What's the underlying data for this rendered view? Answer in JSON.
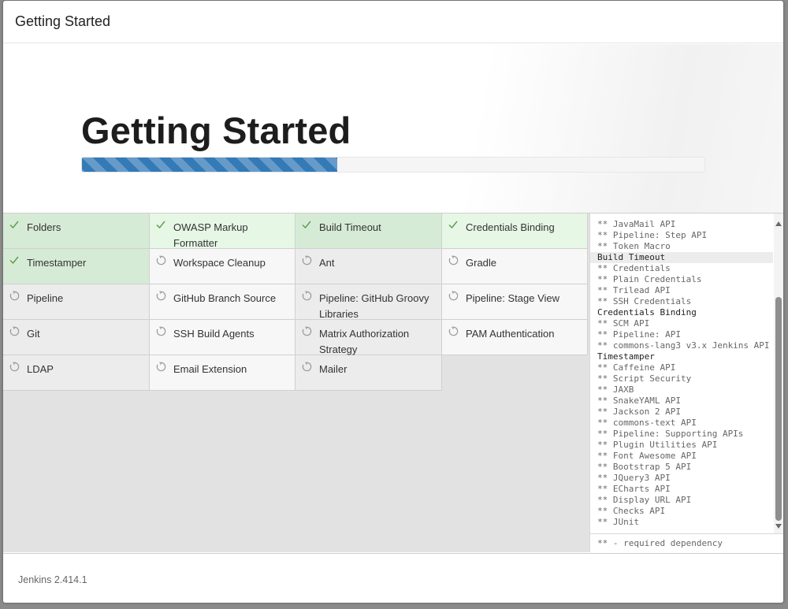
{
  "header": {
    "title": "Getting Started"
  },
  "hero": {
    "title": "Getting Started",
    "progress_percent": 41
  },
  "plugins": [
    {
      "name": "Folders",
      "status": "success"
    },
    {
      "name": "OWASP Markup Formatter",
      "status": "success"
    },
    {
      "name": "Build Timeout",
      "status": "success"
    },
    {
      "name": "Credentials Binding",
      "status": "success"
    },
    {
      "name": "Timestamper",
      "status": "success"
    },
    {
      "name": "Workspace Cleanup",
      "status": "pending"
    },
    {
      "name": "Ant",
      "status": "pending"
    },
    {
      "name": "Gradle",
      "status": "pending"
    },
    {
      "name": "Pipeline",
      "status": "pending"
    },
    {
      "name": "GitHub Branch Source",
      "status": "pending"
    },
    {
      "name": "Pipeline: GitHub Groovy Libraries",
      "status": "pending"
    },
    {
      "name": "Pipeline: Stage View",
      "status": "pending"
    },
    {
      "name": "Git",
      "status": "pending"
    },
    {
      "name": "SSH Build Agents",
      "status": "pending"
    },
    {
      "name": "Matrix Authorization Strategy",
      "status": "pending"
    },
    {
      "name": "PAM Authentication",
      "status": "pending"
    },
    {
      "name": "LDAP",
      "status": "pending"
    },
    {
      "name": "Email Extension",
      "status": "pending"
    },
    {
      "name": "Mailer",
      "status": "pending"
    }
  ],
  "log": {
    "lines": [
      {
        "text": "** JavaMail API",
        "kind": "dep"
      },
      {
        "text": "** Pipeline: Step API",
        "kind": "dep"
      },
      {
        "text": "** Token Macro",
        "kind": "dep"
      },
      {
        "text": "Build Timeout",
        "kind": "head",
        "current": true
      },
      {
        "text": "** Credentials",
        "kind": "dep"
      },
      {
        "text": "** Plain Credentials",
        "kind": "dep"
      },
      {
        "text": "** Trilead API",
        "kind": "dep"
      },
      {
        "text": "** SSH Credentials",
        "kind": "dep"
      },
      {
        "text": "Credentials Binding",
        "kind": "head"
      },
      {
        "text": "** SCM API",
        "kind": "dep"
      },
      {
        "text": "** Pipeline: API",
        "kind": "dep"
      },
      {
        "text": "** commons-lang3 v3.x Jenkins API",
        "kind": "dep"
      },
      {
        "text": "Timestamper",
        "kind": "head"
      },
      {
        "text": "** Caffeine API",
        "kind": "dep"
      },
      {
        "text": "** Script Security",
        "kind": "dep"
      },
      {
        "text": "** JAXB",
        "kind": "dep"
      },
      {
        "text": "** SnakeYAML API",
        "kind": "dep"
      },
      {
        "text": "** Jackson 2 API",
        "kind": "dep"
      },
      {
        "text": "** commons-text API",
        "kind": "dep"
      },
      {
        "text": "** Pipeline: Supporting APIs",
        "kind": "dep"
      },
      {
        "text": "** Plugin Utilities API",
        "kind": "dep"
      },
      {
        "text": "** Font Awesome API",
        "kind": "dep"
      },
      {
        "text": "** Bootstrap 5 API",
        "kind": "dep"
      },
      {
        "text": "** JQuery3 API",
        "kind": "dep"
      },
      {
        "text": "** ECharts API",
        "kind": "dep"
      },
      {
        "text": "** Display URL API",
        "kind": "dep"
      },
      {
        "text": "** Checks API",
        "kind": "dep"
      },
      {
        "text": "** JUnit",
        "kind": "dep"
      }
    ],
    "legend": "** - required dependency"
  },
  "footer": {
    "version": "Jenkins 2.414.1"
  },
  "colors": {
    "success_bg": "#d6ebd6",
    "pending_bg": "#ececec",
    "progress": "#337ab7",
    "check": "#5a9a4a"
  }
}
